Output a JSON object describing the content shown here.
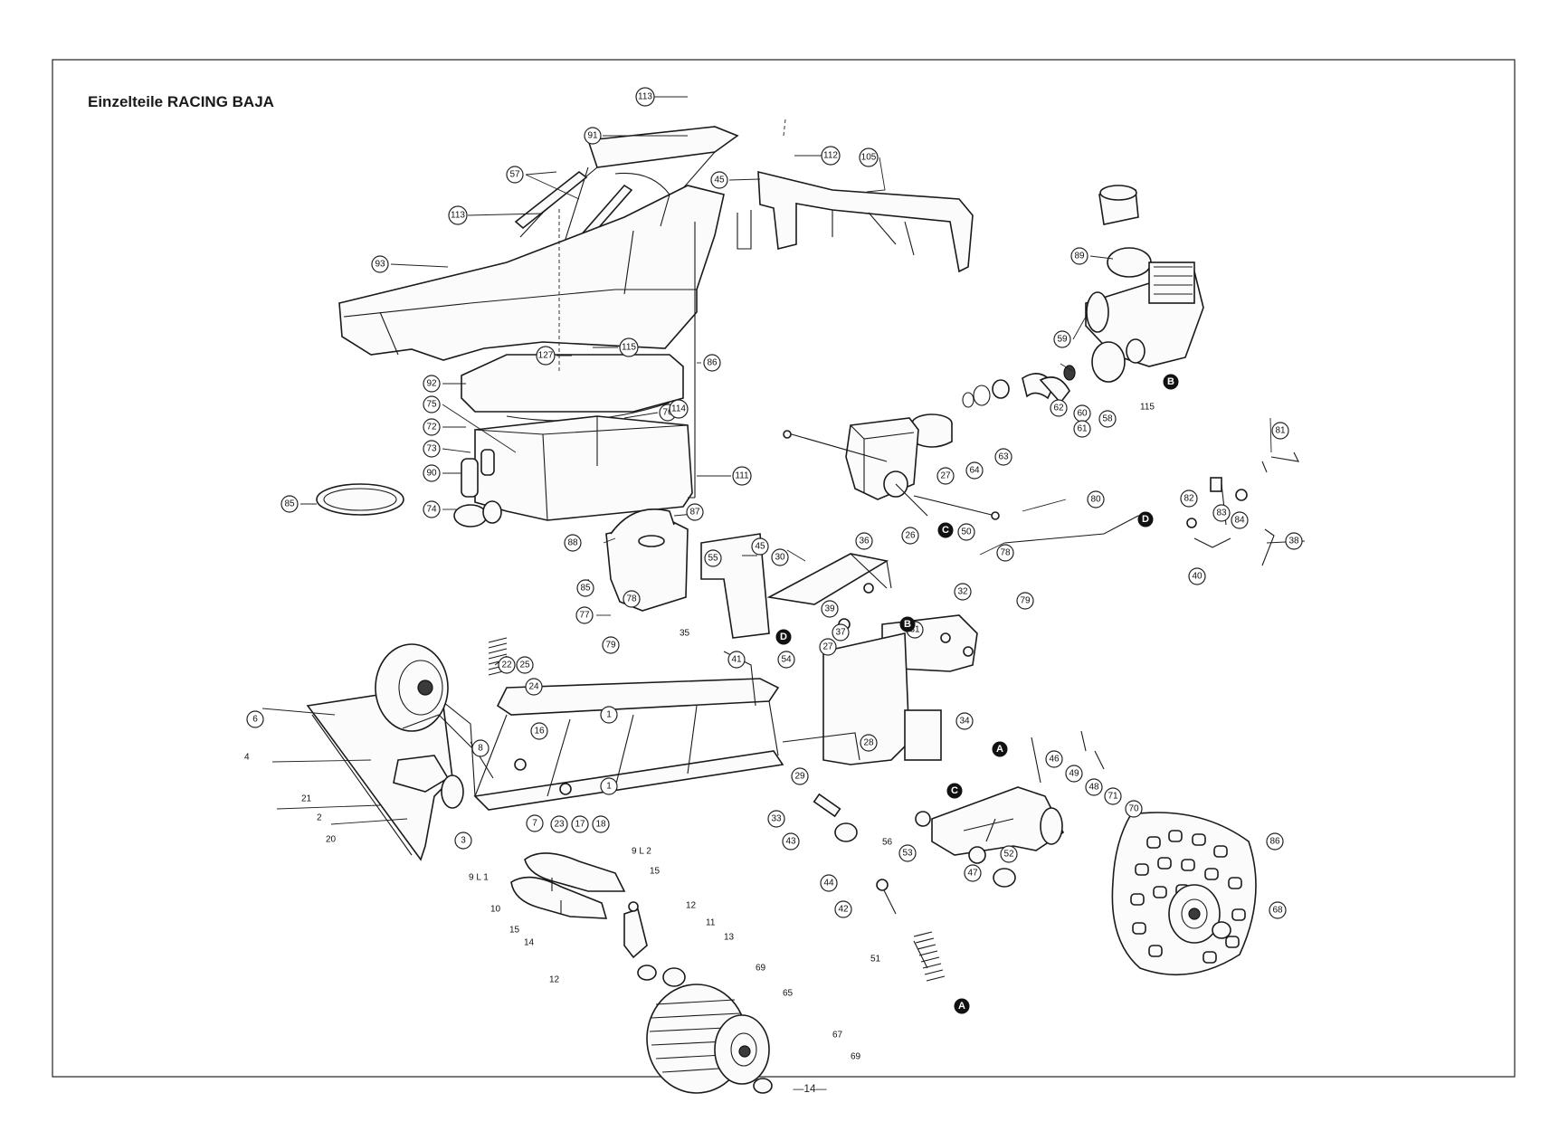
{
  "title": "Einzelteile RACING BAJA",
  "page_number": "—14—",
  "callouts": [
    {
      "id": "113a",
      "label": "113"
    },
    {
      "id": "91",
      "label": "91"
    },
    {
      "id": "57",
      "label": "57"
    },
    {
      "id": "113b",
      "label": "113"
    },
    {
      "id": "93",
      "label": "93"
    },
    {
      "id": "112",
      "label": "112"
    },
    {
      "id": "105",
      "label": "105"
    },
    {
      "id": "45a",
      "label": "45"
    },
    {
      "id": "89",
      "label": "89"
    },
    {
      "id": "127",
      "label": "127"
    },
    {
      "id": "115",
      "label": "115"
    },
    {
      "id": "86a",
      "label": "86"
    },
    {
      "id": "92",
      "label": "92"
    },
    {
      "id": "75",
      "label": "75"
    },
    {
      "id": "76",
      "label": "76"
    },
    {
      "id": "114",
      "label": "114"
    },
    {
      "id": "72",
      "label": "72"
    },
    {
      "id": "73",
      "label": "73"
    },
    {
      "id": "90",
      "label": "90"
    },
    {
      "id": "111",
      "label": "111"
    },
    {
      "id": "85a",
      "label": "85"
    },
    {
      "id": "74",
      "label": "74"
    },
    {
      "id": "59",
      "label": "59"
    },
    {
      "id": "60",
      "label": "60"
    },
    {
      "id": "61",
      "label": "61"
    },
    {
      "id": "58",
      "label": "58"
    },
    {
      "id": "62",
      "label": "62"
    },
    {
      "id": "63",
      "label": "63"
    },
    {
      "id": "64",
      "label": "64"
    },
    {
      "id": "27a",
      "label": "27"
    },
    {
      "id": "26",
      "label": "26"
    },
    {
      "id": "50",
      "label": "50"
    },
    {
      "id": "81",
      "label": "81"
    },
    {
      "id": "80",
      "label": "80"
    },
    {
      "id": "82",
      "label": "82"
    },
    {
      "id": "83",
      "label": "83"
    },
    {
      "id": "84",
      "label": "84"
    },
    {
      "id": "38",
      "label": "38"
    },
    {
      "id": "40",
      "label": "40"
    },
    {
      "id": "78a",
      "label": "78"
    },
    {
      "id": "79a",
      "label": "79"
    },
    {
      "id": "87",
      "label": "87"
    },
    {
      "id": "88",
      "label": "88"
    },
    {
      "id": "55",
      "label": "55"
    },
    {
      "id": "45b",
      "label": "45"
    },
    {
      "id": "30",
      "label": "30"
    },
    {
      "id": "36",
      "label": "36"
    },
    {
      "id": "85b",
      "label": "85"
    },
    {
      "id": "78b",
      "label": "78"
    },
    {
      "id": "77",
      "label": "77"
    },
    {
      "id": "79b",
      "label": "79"
    },
    {
      "id": "39",
      "label": "39"
    },
    {
      "id": "32",
      "label": "32"
    },
    {
      "id": "37",
      "label": "37"
    },
    {
      "id": "31",
      "label": "31"
    },
    {
      "id": "27b",
      "label": "27"
    },
    {
      "id": "41",
      "label": "41"
    },
    {
      "id": "54",
      "label": "54"
    },
    {
      "id": "22",
      "label": "22"
    },
    {
      "id": "25",
      "label": "25"
    },
    {
      "id": "24",
      "label": "24"
    },
    {
      "id": "1a",
      "label": "1"
    },
    {
      "id": "1b",
      "label": "1"
    },
    {
      "id": "16",
      "label": "16"
    },
    {
      "id": "34",
      "label": "34"
    },
    {
      "id": "28",
      "label": "28"
    },
    {
      "id": "29",
      "label": "29"
    },
    {
      "id": "6",
      "label": "6"
    },
    {
      "id": "8",
      "label": "8"
    },
    {
      "id": "46",
      "label": "46"
    },
    {
      "id": "49",
      "label": "49"
    },
    {
      "id": "48",
      "label": "48"
    },
    {
      "id": "71",
      "label": "71"
    },
    {
      "id": "70",
      "label": "70"
    },
    {
      "id": "7",
      "label": "7"
    },
    {
      "id": "23",
      "label": "23"
    },
    {
      "id": "17",
      "label": "17"
    },
    {
      "id": "18",
      "label": "18"
    },
    {
      "id": "3",
      "label": "3"
    },
    {
      "id": "33",
      "label": "33"
    },
    {
      "id": "43",
      "label": "43"
    },
    {
      "id": "53",
      "label": "53"
    },
    {
      "id": "52",
      "label": "52"
    },
    {
      "id": "47",
      "label": "47"
    },
    {
      "id": "86b",
      "label": "86"
    },
    {
      "id": "44",
      "label": "44"
    },
    {
      "id": "42",
      "label": "42"
    },
    {
      "id": "68",
      "label": "68"
    }
  ],
  "plain_labels": [
    {
      "id": "4",
      "label": "4"
    },
    {
      "id": "21",
      "label": "21"
    },
    {
      "id": "2",
      "label": "2"
    },
    {
      "id": "20",
      "label": "20"
    },
    {
      "id": "9l2",
      "label": "9 L 2"
    },
    {
      "id": "15a",
      "label": "15"
    },
    {
      "id": "9l1",
      "label": "9 L 1"
    },
    {
      "id": "10",
      "label": "10"
    },
    {
      "id": "12a",
      "label": "12"
    },
    {
      "id": "11",
      "label": "11"
    },
    {
      "id": "15b",
      "label": "15"
    },
    {
      "id": "13",
      "label": "13"
    },
    {
      "id": "14",
      "label": "14"
    },
    {
      "id": "12b",
      "label": "12"
    },
    {
      "id": "35",
      "label": "35"
    },
    {
      "id": "56",
      "label": "56"
    },
    {
      "id": "51",
      "label": "51"
    },
    {
      "id": "69a",
      "label": "69"
    },
    {
      "id": "65",
      "label": "65"
    },
    {
      "id": "67",
      "label": "67"
    },
    {
      "id": "69b",
      "label": "69"
    },
    {
      "id": "115b",
      "label": "115"
    }
  ],
  "letter_markers": [
    {
      "id": "A1",
      "label": "A"
    },
    {
      "id": "A2",
      "label": "A"
    },
    {
      "id": "B1",
      "label": "B"
    },
    {
      "id": "B2",
      "label": "B"
    },
    {
      "id": "C1",
      "label": "C"
    },
    {
      "id": "C2",
      "label": "C"
    },
    {
      "id": "D1",
      "label": "D"
    },
    {
      "id": "D2",
      "label": "D"
    }
  ]
}
